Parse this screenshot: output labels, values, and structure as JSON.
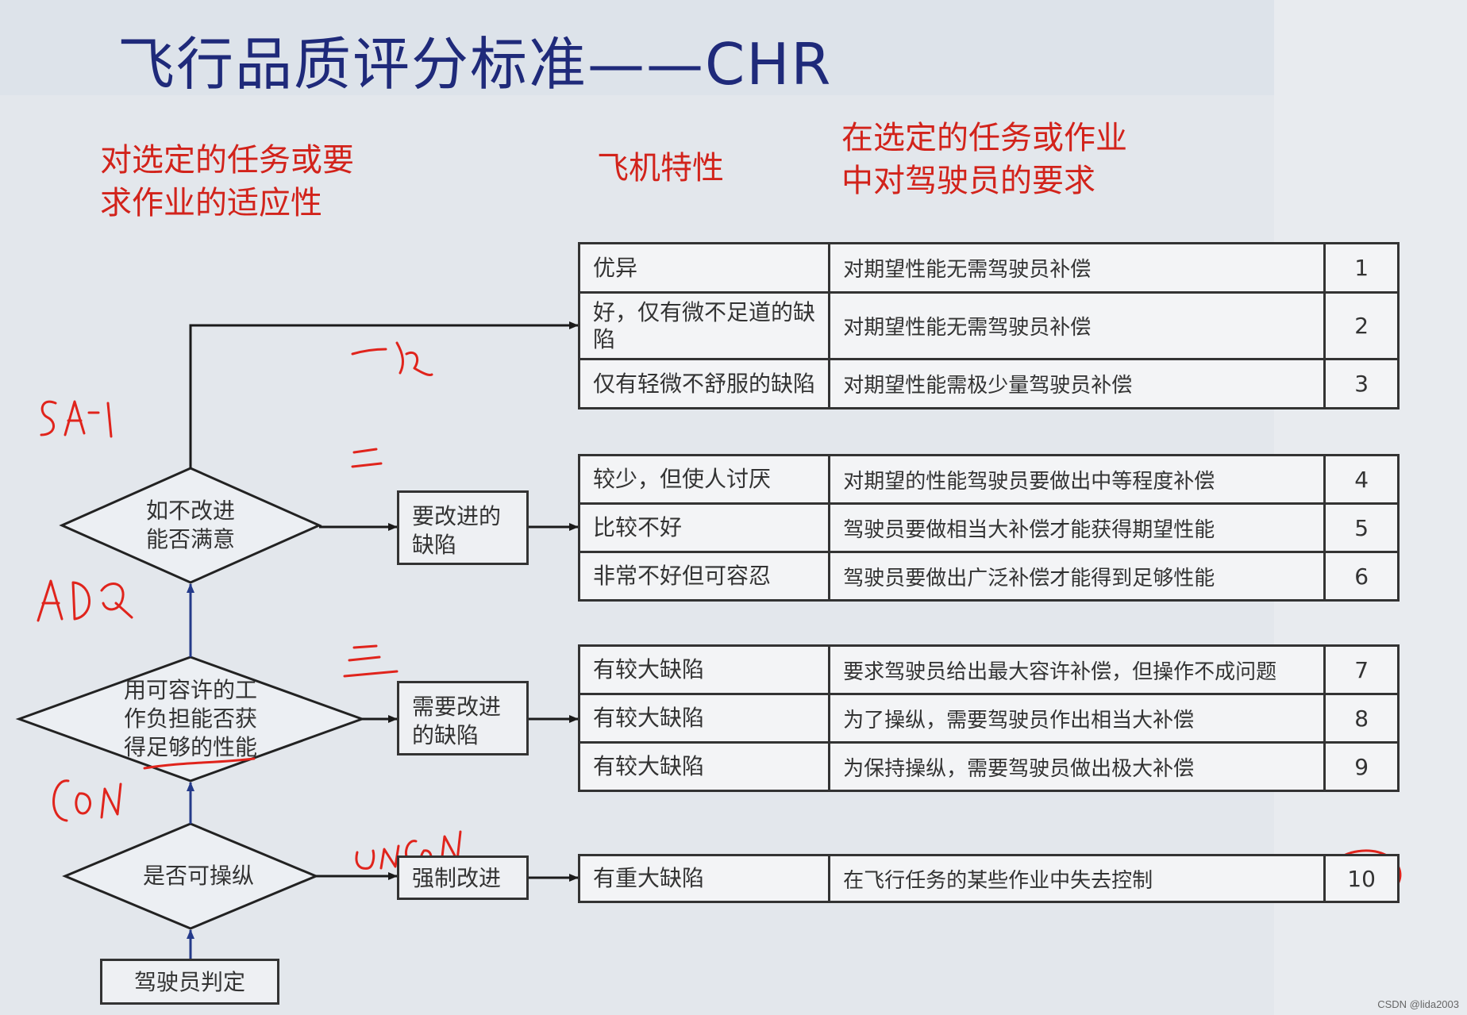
{
  "title": "飞行品质评分标准——CHR",
  "headers": {
    "left": [
      "对选定的任务或要",
      "求作业的适应性"
    ],
    "middle": "飞机特性",
    "right": [
      "在选定的任务或作业",
      "中对驾驶员的要求"
    ]
  },
  "flowchart": {
    "start_box": "驾驶员判定",
    "diamonds": {
      "d1": [
        "如不改进",
        "能否满意"
      ],
      "d2": [
        "用可容许的工",
        "作负担能否获",
        "得足够的性能"
      ],
      "d3": [
        "是否可操纵"
      ]
    },
    "boxes": {
      "b1": [
        "要改进的",
        "缺陷"
      ],
      "b2": [
        "需要改进",
        "的缺陷"
      ],
      "b3": [
        "强制改进"
      ]
    }
  },
  "table_groups": [
    {
      "rows": [
        {
          "characteristic": "优异",
          "demand": "对期望性能无需驾驶员补偿",
          "rating": "1"
        },
        {
          "characteristic": "好，仅有微不足道的缺陷",
          "demand": "对期望性能无需驾驶员补偿",
          "rating": "2"
        },
        {
          "characteristic": "仅有轻微不舒服的缺陷",
          "demand": "对期望性能需极少量驾驶员补偿",
          "rating": "3"
        }
      ]
    },
    {
      "rows": [
        {
          "characteristic": "较少，但使人讨厌",
          "demand": "对期望的性能驾驶员要做出中等程度补偿",
          "rating": "4"
        },
        {
          "characteristic": "比较不好",
          "demand": "驾驶员要做相当大补偿才能获得期望性能",
          "rating": "5"
        },
        {
          "characteristic": "非常不好但可容忍",
          "demand": "驾驶员要做出广泛补偿才能得到足够性能",
          "rating": "6"
        }
      ]
    },
    {
      "rows": [
        {
          "characteristic": "有较大缺陷",
          "demand": "要求驾驶员给出最大容许补偿，但操作不成问题",
          "rating": "7"
        },
        {
          "characteristic": "有较大缺陷",
          "demand": "为了操纵，需要驾驶员作出相当大补偿",
          "rating": "8"
        },
        {
          "characteristic": "有较大缺陷",
          "demand": "为保持操纵，需要驾驶员做出极大补偿",
          "rating": "9"
        }
      ]
    },
    {
      "rows": [
        {
          "characteristic": "有重大缺陷",
          "demand": "在飞行任务的某些作业中失去控制",
          "rating": "10"
        }
      ]
    }
  ],
  "handwritten_annotations": [
    "SA-1",
    "一级",
    "二",
    "ADQ",
    "三",
    "CON",
    "UNCON"
  ],
  "colors": {
    "title": "#1f2a7a",
    "header_red": "#d2231b",
    "annotation_red": "#e0241c",
    "arrow_blue": "#243a8a"
  },
  "watermark": "CSDN @lida2003"
}
